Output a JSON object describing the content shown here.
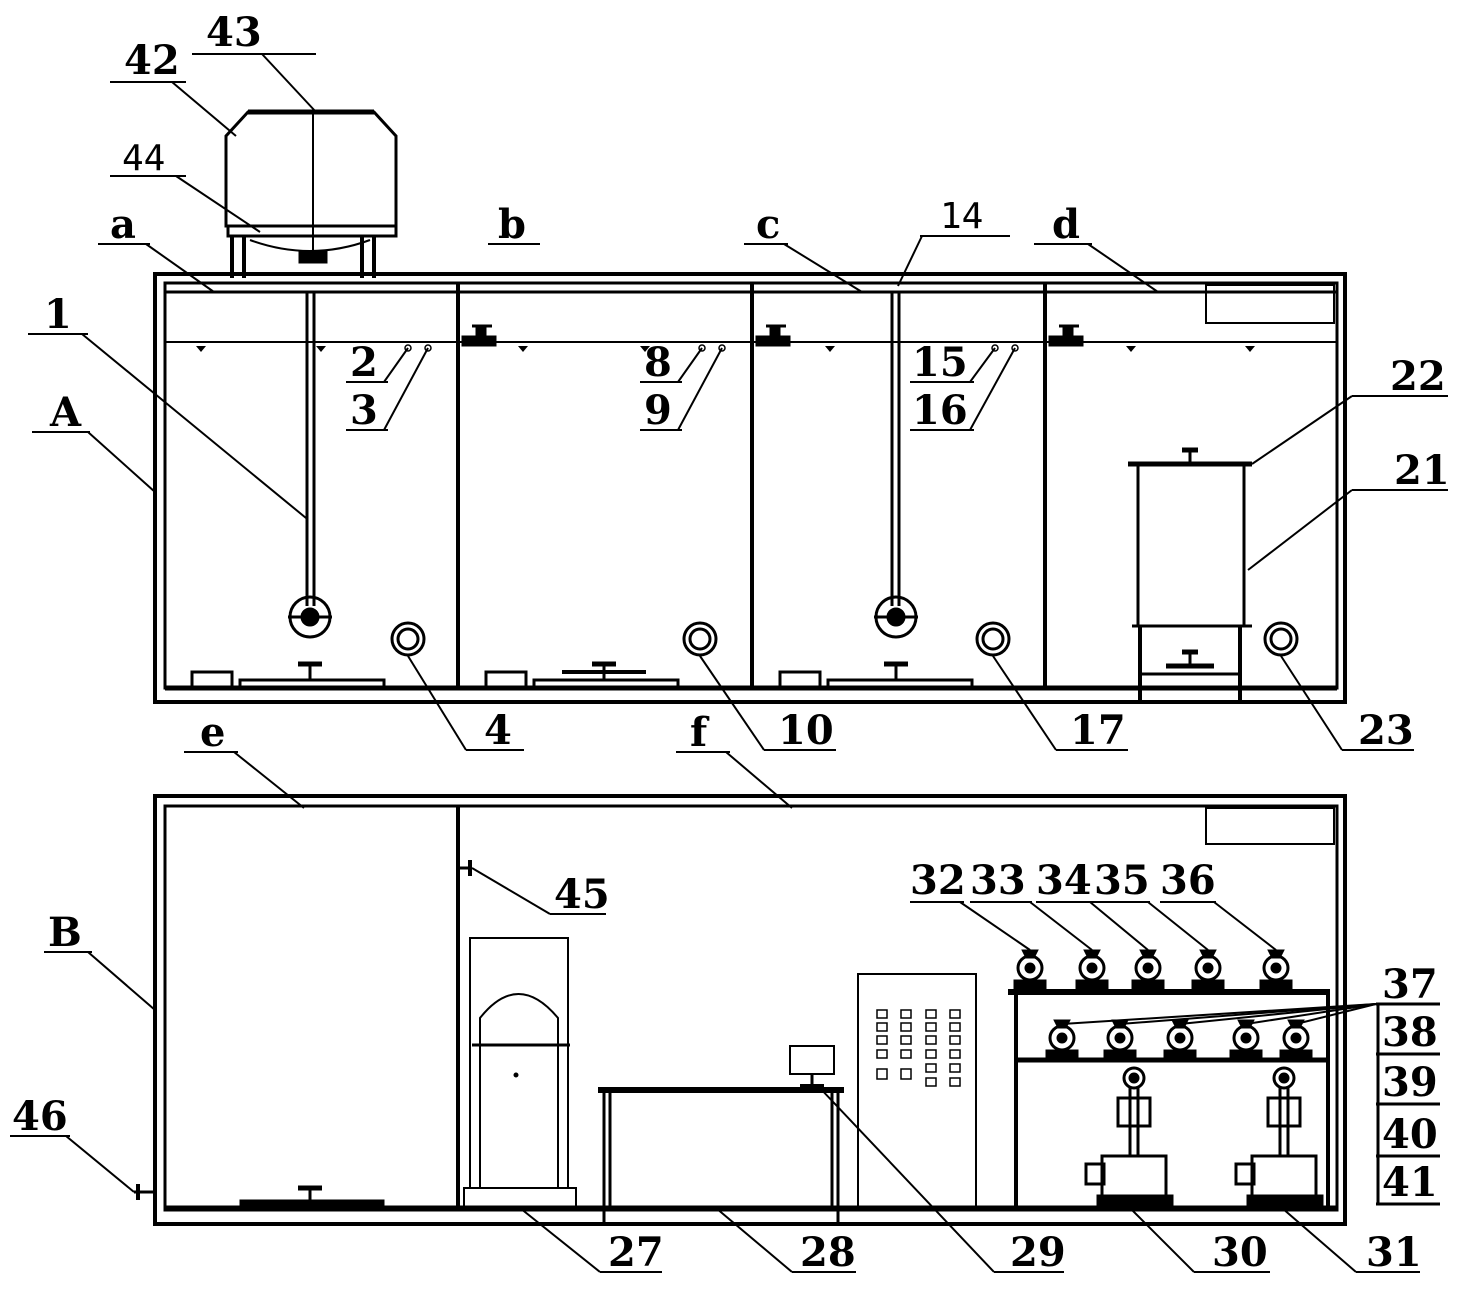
{
  "labels": {
    "l43": "43",
    "l42": "42",
    "l44": "44",
    "la": "a",
    "lb": "b",
    "lc": "c",
    "ld": "d",
    "l14": "14",
    "l1": "1",
    "lA": "A",
    "l2": "2",
    "l3": "3",
    "l8": "8",
    "l9": "9",
    "l15": "15",
    "l16": "16",
    "l22": "22",
    "l21": "21",
    "l4": "4",
    "l10": "10",
    "l17": "17",
    "l23": "23",
    "le": "e",
    "lf": "f",
    "lB": "B",
    "l45": "45",
    "l46": "46",
    "l32": "32",
    "l33": "33",
    "l34": "34",
    "l35": "35",
    "l36": "36",
    "l37": "37",
    "l38": "38",
    "l39": "39",
    "l40": "40",
    "l41": "41",
    "l27": "27",
    "l28": "28",
    "l29": "29",
    "l30": "30",
    "l31": "31"
  }
}
